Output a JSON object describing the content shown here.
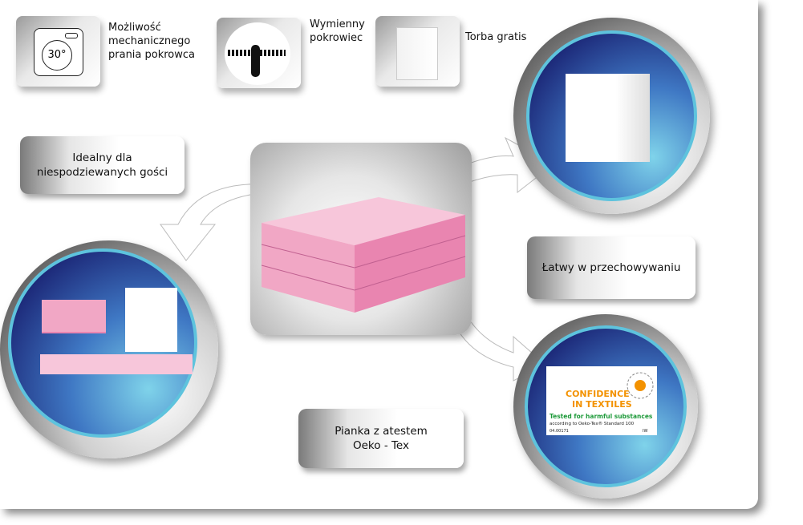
{
  "features": [
    {
      "label": "Możliwość mechanicznego prania pokrowca",
      "icon": "washing-machine-30-icon",
      "icon_text": "30°"
    },
    {
      "label": "Wymienny pokrowiec",
      "icon": "zipper-icon"
    },
    {
      "label": "Torba gratis",
      "icon": "shopping-bag-icon"
    }
  ],
  "boxes": {
    "guests": "Idealny dla niespodziewanych gości",
    "storage": "Łatwy w przechowywaniu",
    "oeko": "Pianka z atestem Oeko - Tex"
  },
  "oeko_label": {
    "title1": "CONFIDENCE",
    "title2": "IN TEXTILES",
    "tested": "Tested for harmful substances",
    "standard": "according to Oeko-Tex® Standard 100",
    "code": "04.00171",
    "inst": "IW"
  },
  "colors": {
    "pink": "#f4a9c8",
    "blue": "#1d2a7a",
    "green": "#1e9a3a",
    "orange": "#f39200"
  }
}
